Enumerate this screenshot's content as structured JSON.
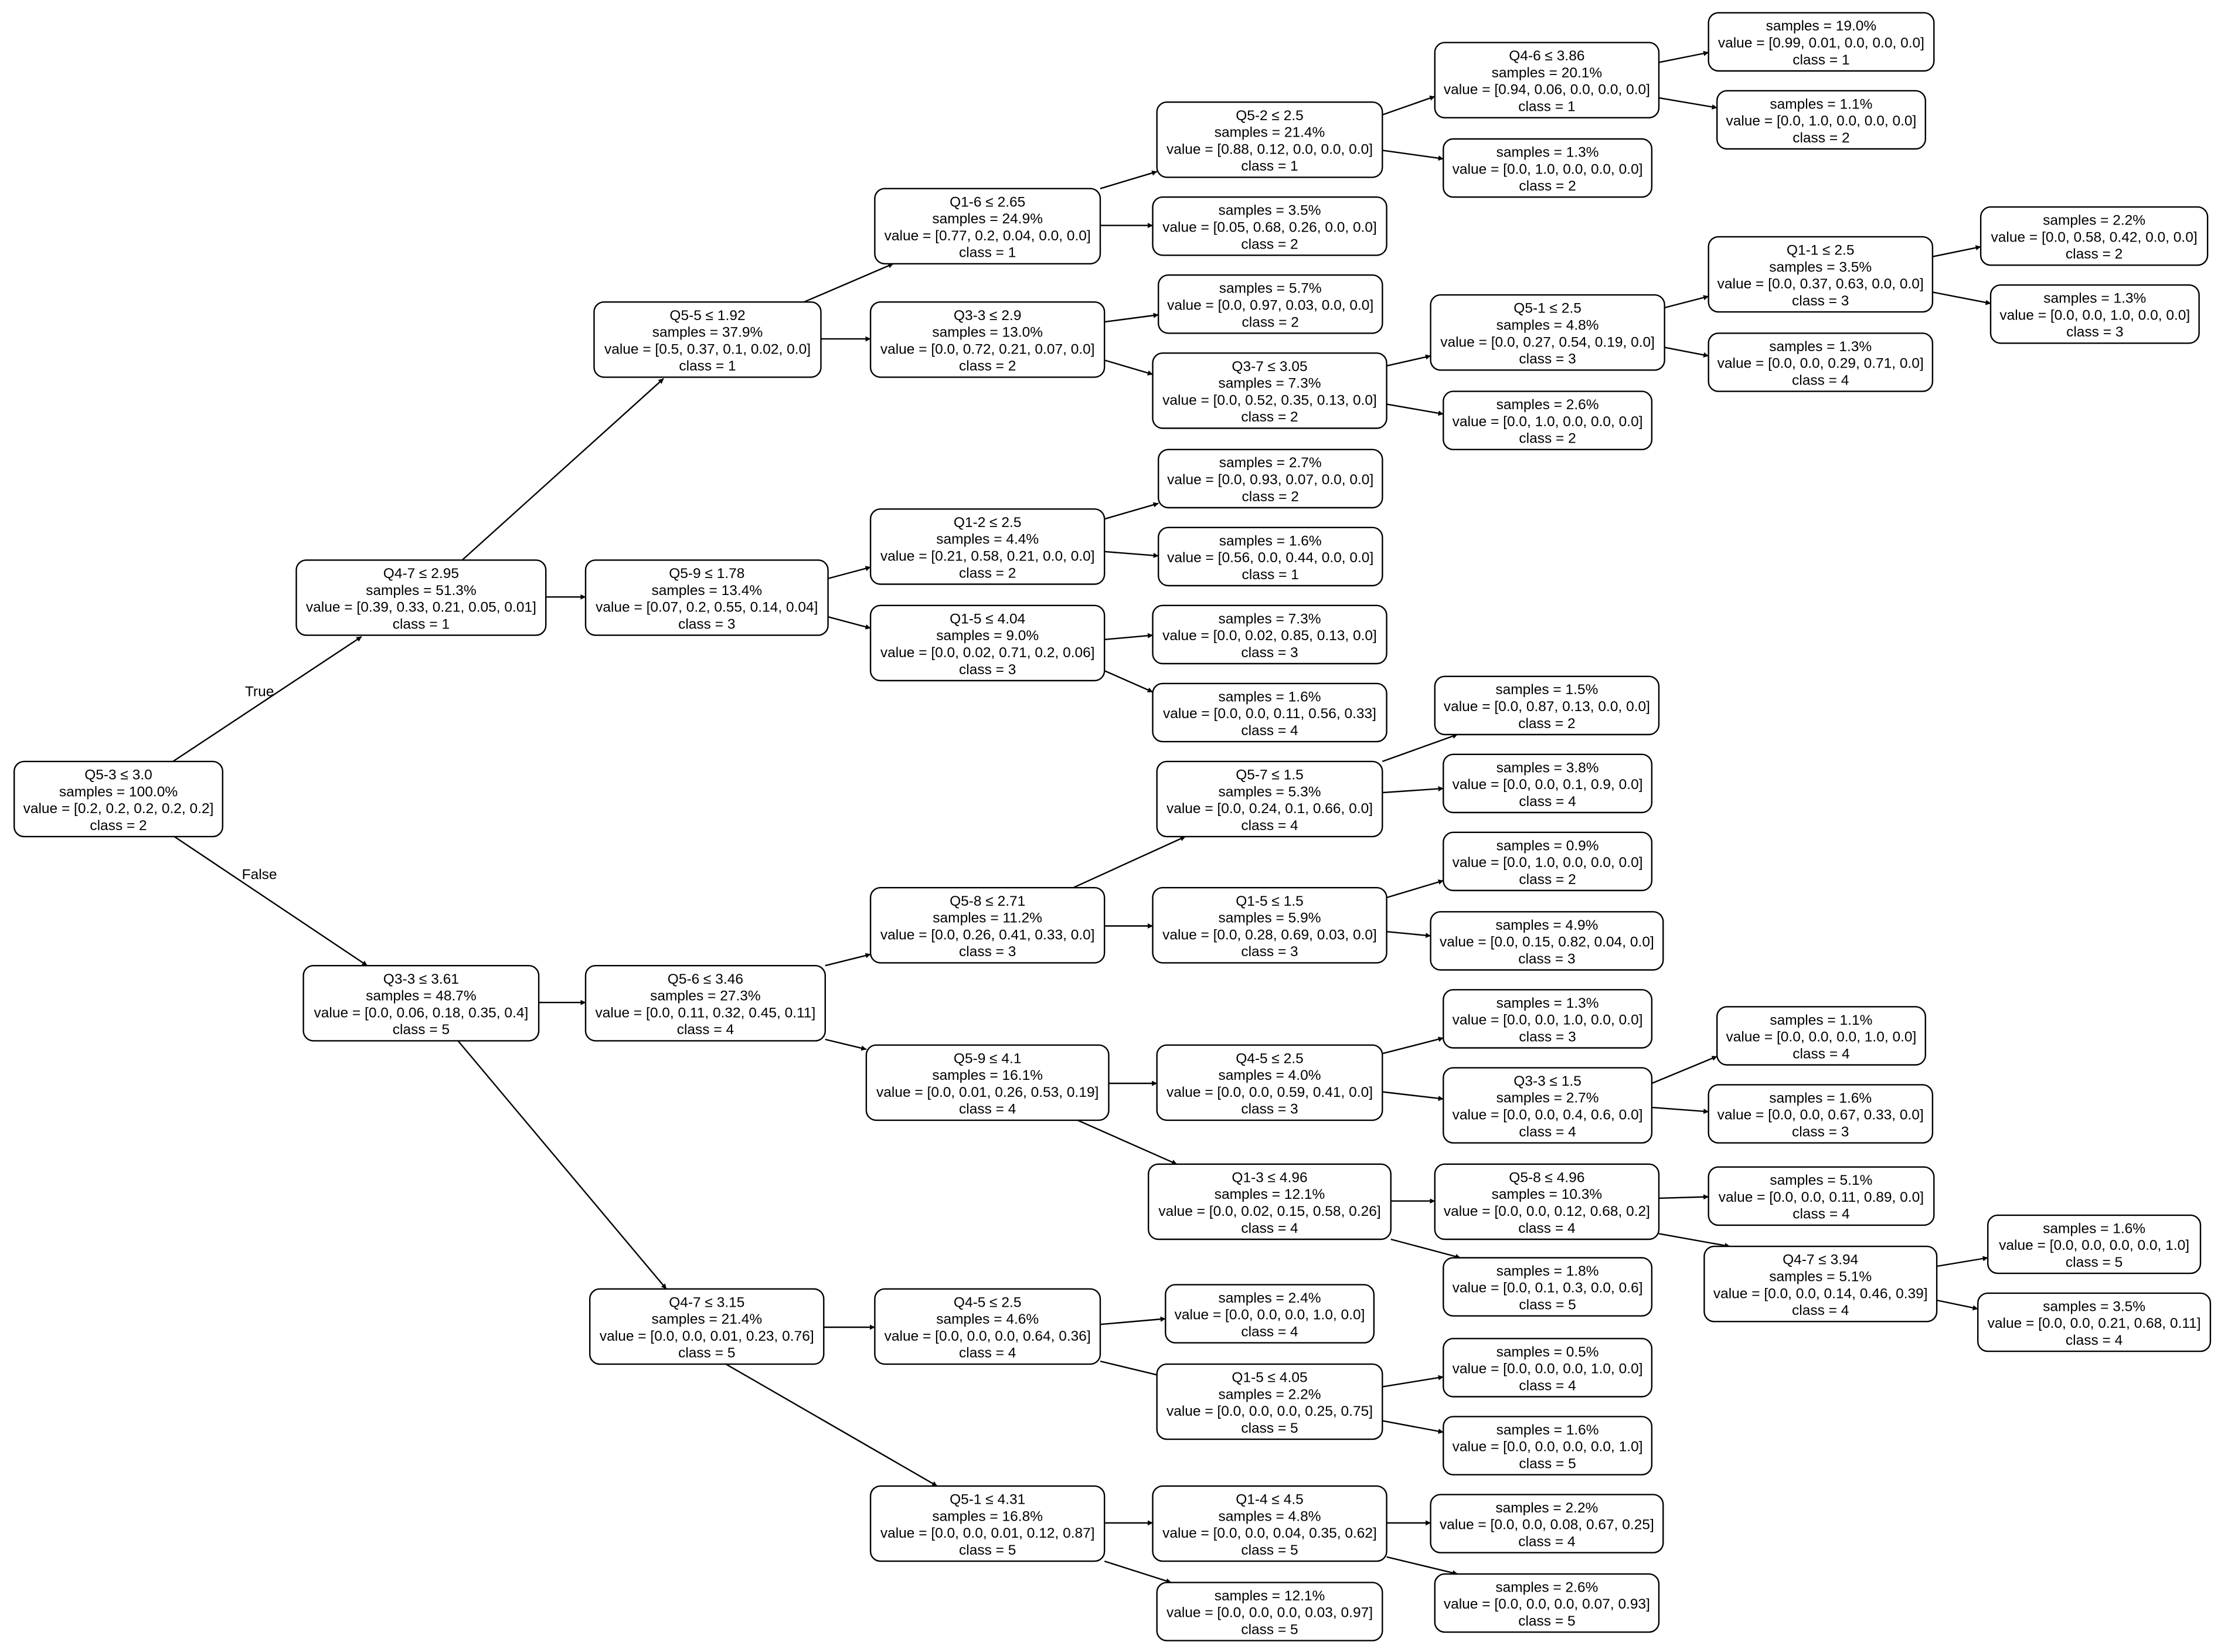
{
  "diagram": {
    "type": "decision-tree",
    "nodes": [
      {
        "id": "n0",
        "lines": [
          "Q5-3 ≤ 3.0",
          "samples = 100.0%",
          "value = [0.2, 0.2, 0.2, 0.2, 0.2]",
          "class = 2"
        ]
      },
      {
        "id": "n1",
        "lines": [
          "Q4-7 ≤ 2.95",
          "samples = 51.3%",
          "value = [0.39, 0.33, 0.21, 0.05, 0.01]",
          "class = 1"
        ]
      },
      {
        "id": "n2",
        "lines": [
          "Q5-5 ≤ 1.92",
          "samples = 37.9%",
          "value = [0.5, 0.37, 0.1, 0.02, 0.0]",
          "class = 1"
        ]
      },
      {
        "id": "n3",
        "lines": [
          "Q1-6 ≤ 2.65",
          "samples = 24.9%",
          "value = [0.77, 0.2, 0.04, 0.0, 0.0]",
          "class = 1"
        ]
      },
      {
        "id": "n4",
        "lines": [
          "Q5-2 ≤ 2.5",
          "samples = 21.4%",
          "value = [0.88, 0.12, 0.0, 0.0, 0.0]",
          "class = 1"
        ]
      },
      {
        "id": "n5",
        "lines": [
          "Q4-6 ≤ 3.86",
          "samples = 20.1%",
          "value = [0.94, 0.06, 0.0, 0.0, 0.0]",
          "class = 1"
        ]
      },
      {
        "id": "n6",
        "lines": [
          "samples = 19.0%",
          "value = [0.99, 0.01, 0.0, 0.0, 0.0]",
          "class = 1"
        ]
      },
      {
        "id": "n7",
        "lines": [
          "samples = 1.1%",
          "value = [0.0, 1.0, 0.0, 0.0, 0.0]",
          "class = 2"
        ]
      },
      {
        "id": "n8",
        "lines": [
          "samples = 1.3%",
          "value = [0.0, 1.0, 0.0, 0.0, 0.0]",
          "class = 2"
        ]
      },
      {
        "id": "n9",
        "lines": [
          "samples = 3.5%",
          "value = [0.05, 0.68, 0.26, 0.0, 0.0]",
          "class = 2"
        ]
      },
      {
        "id": "n10",
        "lines": [
          "Q3-3 ≤ 2.9",
          "samples = 13.0%",
          "value = [0.0, 0.72, 0.21, 0.07, 0.0]",
          "class = 2"
        ]
      },
      {
        "id": "n11",
        "lines": [
          "samples = 5.7%",
          "value = [0.0, 0.97, 0.03, 0.0, 0.0]",
          "class = 2"
        ]
      },
      {
        "id": "n12",
        "lines": [
          "Q3-7 ≤ 3.05",
          "samples = 7.3%",
          "value = [0.0, 0.52, 0.35, 0.13, 0.0]",
          "class = 2"
        ]
      },
      {
        "id": "n13",
        "lines": [
          "Q5-1 ≤ 2.5",
          "samples = 4.8%",
          "value = [0.0, 0.27, 0.54, 0.19, 0.0]",
          "class = 3"
        ]
      },
      {
        "id": "n14",
        "lines": [
          "Q1-1 ≤ 2.5",
          "samples = 3.5%",
          "value = [0.0, 0.37, 0.63, 0.0, 0.0]",
          "class = 3"
        ]
      },
      {
        "id": "n15",
        "lines": [
          "samples = 2.2%",
          "value = [0.0, 0.58, 0.42, 0.0, 0.0]",
          "class = 2"
        ]
      },
      {
        "id": "n16",
        "lines": [
          "samples = 1.3%",
          "value = [0.0, 0.0, 1.0, 0.0, 0.0]",
          "class = 3"
        ]
      },
      {
        "id": "n17",
        "lines": [
          "samples = 1.3%",
          "value = [0.0, 0.0, 0.29, 0.71, 0.0]",
          "class = 4"
        ]
      },
      {
        "id": "n18",
        "lines": [
          "samples = 2.6%",
          "value = [0.0, 1.0, 0.0, 0.0, 0.0]",
          "class = 2"
        ]
      },
      {
        "id": "n19",
        "lines": [
          "Q5-9 ≤ 1.78",
          "samples = 13.4%",
          "value = [0.07, 0.2, 0.55, 0.14, 0.04]",
          "class = 3"
        ]
      },
      {
        "id": "n20",
        "lines": [
          "Q1-2 ≤ 2.5",
          "samples = 4.4%",
          "value = [0.21, 0.58, 0.21, 0.0, 0.0]",
          "class = 2"
        ]
      },
      {
        "id": "n21",
        "lines": [
          "samples = 2.7%",
          "value = [0.0, 0.93, 0.07, 0.0, 0.0]",
          "class = 2"
        ]
      },
      {
        "id": "n22",
        "lines": [
          "samples = 1.6%",
          "value = [0.56, 0.0, 0.44, 0.0, 0.0]",
          "class = 1"
        ]
      },
      {
        "id": "n23",
        "lines": [
          "Q1-5 ≤ 4.04",
          "samples = 9.0%",
          "value = [0.0, 0.02, 0.71, 0.2, 0.06]",
          "class = 3"
        ]
      },
      {
        "id": "n24",
        "lines": [
          "samples = 7.3%",
          "value = [0.0, 0.02, 0.85, 0.13, 0.0]",
          "class = 3"
        ]
      },
      {
        "id": "n25",
        "lines": [
          "samples = 1.6%",
          "value = [0.0, 0.0, 0.11, 0.56, 0.33]",
          "class = 4"
        ]
      },
      {
        "id": "n26",
        "lines": [
          "Q3-3 ≤ 3.61",
          "samples = 48.7%",
          "value = [0.0, 0.06, 0.18, 0.35, 0.4]",
          "class = 5"
        ]
      },
      {
        "id": "n27",
        "lines": [
          "Q5-6 ≤ 3.46",
          "samples = 27.3%",
          "value = [0.0, 0.11, 0.32, 0.45, 0.11]",
          "class = 4"
        ]
      },
      {
        "id": "n28",
        "lines": [
          "Q5-8 ≤ 2.71",
          "samples = 11.2%",
          "value = [0.0, 0.26, 0.41, 0.33, 0.0]",
          "class = 3"
        ]
      },
      {
        "id": "n29",
        "lines": [
          "Q5-7 ≤ 1.5",
          "samples = 5.3%",
          "value = [0.0, 0.24, 0.1, 0.66, 0.0]",
          "class = 4"
        ]
      },
      {
        "id": "n30",
        "lines": [
          "samples = 1.5%",
          "value = [0.0, 0.87, 0.13, 0.0, 0.0]",
          "class = 2"
        ]
      },
      {
        "id": "n31",
        "lines": [
          "samples = 3.8%",
          "value = [0.0, 0.0, 0.1, 0.9, 0.0]",
          "class = 4"
        ]
      },
      {
        "id": "n32",
        "lines": [
          "Q1-5 ≤ 1.5",
          "samples = 5.9%",
          "value = [0.0, 0.28, 0.69, 0.03, 0.0]",
          "class = 3"
        ]
      },
      {
        "id": "n33",
        "lines": [
          "samples = 0.9%",
          "value = [0.0, 1.0, 0.0, 0.0, 0.0]",
          "class = 2"
        ]
      },
      {
        "id": "n34",
        "lines": [
          "samples = 4.9%",
          "value = [0.0, 0.15, 0.82, 0.04, 0.0]",
          "class = 3"
        ]
      },
      {
        "id": "n35",
        "lines": [
          "Q5-9 ≤ 4.1",
          "samples = 16.1%",
          "value = [0.0, 0.01, 0.26, 0.53, 0.19]",
          "class = 4"
        ]
      },
      {
        "id": "n36",
        "lines": [
          "Q4-5 ≤ 2.5",
          "samples = 4.0%",
          "value = [0.0, 0.0, 0.59, 0.41, 0.0]",
          "class = 3"
        ]
      },
      {
        "id": "n37",
        "lines": [
          "samples = 1.3%",
          "value = [0.0, 0.0, 1.0, 0.0, 0.0]",
          "class = 3"
        ]
      },
      {
        "id": "n38",
        "lines": [
          "Q3-3 ≤ 1.5",
          "samples = 2.7%",
          "value = [0.0, 0.0, 0.4, 0.6, 0.0]",
          "class = 4"
        ]
      },
      {
        "id": "n39",
        "lines": [
          "samples = 1.1%",
          "value = [0.0, 0.0, 0.0, 1.0, 0.0]",
          "class = 4"
        ]
      },
      {
        "id": "n40",
        "lines": [
          "samples = 1.6%",
          "value = [0.0, 0.0, 0.67, 0.33, 0.0]",
          "class = 3"
        ]
      },
      {
        "id": "n41",
        "lines": [
          "Q1-3 ≤ 4.96",
          "samples = 12.1%",
          "value = [0.0, 0.02, 0.15, 0.58, 0.26]",
          "class = 4"
        ]
      },
      {
        "id": "n42",
        "lines": [
          "Q5-8 ≤ 4.96",
          "samples = 10.3%",
          "value = [0.0, 0.0, 0.12, 0.68, 0.2]",
          "class = 4"
        ]
      },
      {
        "id": "n43",
        "lines": [
          "samples = 5.1%",
          "value = [0.0, 0.0, 0.11, 0.89, 0.0]",
          "class = 4"
        ]
      },
      {
        "id": "n44",
        "lines": [
          "Q4-7 ≤ 3.94",
          "samples = 5.1%",
          "value = [0.0, 0.0, 0.14, 0.46, 0.39]",
          "class = 4"
        ]
      },
      {
        "id": "n45",
        "lines": [
          "samples = 1.6%",
          "value = [0.0, 0.0, 0.0, 0.0, 1.0]",
          "class = 5"
        ]
      },
      {
        "id": "n46",
        "lines": [
          "samples = 3.5%",
          "value = [0.0, 0.0, 0.21, 0.68, 0.11]",
          "class = 4"
        ]
      },
      {
        "id": "n47",
        "lines": [
          "samples = 1.8%",
          "value = [0.0, 0.1, 0.3, 0.0, 0.6]",
          "class = 5"
        ]
      },
      {
        "id": "n48",
        "lines": [
          "Q4-7 ≤ 3.15",
          "samples = 21.4%",
          "value = [0.0, 0.0, 0.01, 0.23, 0.76]",
          "class = 5"
        ]
      },
      {
        "id": "n49",
        "lines": [
          "Q4-5 ≤ 2.5",
          "samples = 4.6%",
          "value = [0.0, 0.0, 0.0, 0.64, 0.36]",
          "class = 4"
        ]
      },
      {
        "id": "n50",
        "lines": [
          "samples = 2.4%",
          "value = [0.0, 0.0, 0.0, 1.0, 0.0]",
          "class = 4"
        ]
      },
      {
        "id": "n51",
        "lines": [
          "Q1-5 ≤ 4.05",
          "samples = 2.2%",
          "value = [0.0, 0.0, 0.0, 0.25, 0.75]",
          "class = 5"
        ]
      },
      {
        "id": "n52",
        "lines": [
          "samples = 0.5%",
          "value = [0.0, 0.0, 0.0, 1.0, 0.0]",
          "class = 4"
        ]
      },
      {
        "id": "n53",
        "lines": [
          "samples = 1.6%",
          "value = [0.0, 0.0, 0.0, 0.0, 1.0]",
          "class = 5"
        ]
      },
      {
        "id": "n54",
        "lines": [
          "Q5-1 ≤ 4.31",
          "samples = 16.8%",
          "value = [0.0, 0.0, 0.01, 0.12, 0.87]",
          "class = 5"
        ]
      },
      {
        "id": "n55",
        "lines": [
          "Q1-4 ≤ 4.5",
          "samples = 4.8%",
          "value = [0.0, 0.0, 0.04, 0.35, 0.62]",
          "class = 5"
        ]
      },
      {
        "id": "n56",
        "lines": [
          "samples = 2.2%",
          "value = [0.0, 0.0, 0.08, 0.67, 0.25]",
          "class = 4"
        ]
      },
      {
        "id": "n57",
        "lines": [
          "samples = 2.6%",
          "value = [0.0, 0.0, 0.0, 0.07, 0.93]",
          "class = 5"
        ]
      },
      {
        "id": "n58",
        "lines": [
          "samples = 12.1%",
          "value = [0.0, 0.0, 0.0, 0.03, 0.97]",
          "class = 5"
        ]
      }
    ],
    "edges": [
      {
        "from": "n0",
        "to": "n1",
        "label": "True"
      },
      {
        "from": "n0",
        "to": "n26",
        "label": "False"
      },
      {
        "from": "n1",
        "to": "n2"
      },
      {
        "from": "n1",
        "to": "n19"
      },
      {
        "from": "n2",
        "to": "n3"
      },
      {
        "from": "n2",
        "to": "n10"
      },
      {
        "from": "n3",
        "to": "n4"
      },
      {
        "from": "n3",
        "to": "n9"
      },
      {
        "from": "n4",
        "to": "n5"
      },
      {
        "from": "n4",
        "to": "n8"
      },
      {
        "from": "n5",
        "to": "n6"
      },
      {
        "from": "n5",
        "to": "n7"
      },
      {
        "from": "n10",
        "to": "n11"
      },
      {
        "from": "n10",
        "to": "n12"
      },
      {
        "from": "n12",
        "to": "n13"
      },
      {
        "from": "n12",
        "to": "n18"
      },
      {
        "from": "n13",
        "to": "n14"
      },
      {
        "from": "n13",
        "to": "n17"
      },
      {
        "from": "n14",
        "to": "n15"
      },
      {
        "from": "n14",
        "to": "n16"
      },
      {
        "from": "n19",
        "to": "n20"
      },
      {
        "from": "n19",
        "to": "n23"
      },
      {
        "from": "n20",
        "to": "n21"
      },
      {
        "from": "n20",
        "to": "n22"
      },
      {
        "from": "n23",
        "to": "n24"
      },
      {
        "from": "n23",
        "to": "n25"
      },
      {
        "from": "n26",
        "to": "n27"
      },
      {
        "from": "n26",
        "to": "n48"
      },
      {
        "from": "n27",
        "to": "n28"
      },
      {
        "from": "n27",
        "to": "n35"
      },
      {
        "from": "n28",
        "to": "n29"
      },
      {
        "from": "n28",
        "to": "n32"
      },
      {
        "from": "n29",
        "to": "n30"
      },
      {
        "from": "n29",
        "to": "n31"
      },
      {
        "from": "n32",
        "to": "n33"
      },
      {
        "from": "n32",
        "to": "n34"
      },
      {
        "from": "n35",
        "to": "n36"
      },
      {
        "from": "n35",
        "to": "n41"
      },
      {
        "from": "n36",
        "to": "n37"
      },
      {
        "from": "n36",
        "to": "n38"
      },
      {
        "from": "n38",
        "to": "n39"
      },
      {
        "from": "n38",
        "to": "n40"
      },
      {
        "from": "n41",
        "to": "n42"
      },
      {
        "from": "n41",
        "to": "n47"
      },
      {
        "from": "n42",
        "to": "n43"
      },
      {
        "from": "n42",
        "to": "n44"
      },
      {
        "from": "n44",
        "to": "n45"
      },
      {
        "from": "n44",
        "to": "n46"
      },
      {
        "from": "n48",
        "to": "n49"
      },
      {
        "from": "n48",
        "to": "n54"
      },
      {
        "from": "n49",
        "to": "n50"
      },
      {
        "from": "n49",
        "to": "n51"
      },
      {
        "from": "n51",
        "to": "n52"
      },
      {
        "from": "n51",
        "to": "n53"
      },
      {
        "from": "n54",
        "to": "n55"
      },
      {
        "from": "n54",
        "to": "n58"
      },
      {
        "from": "n55",
        "to": "n56"
      },
      {
        "from": "n55",
        "to": "n57"
      }
    ]
  }
}
